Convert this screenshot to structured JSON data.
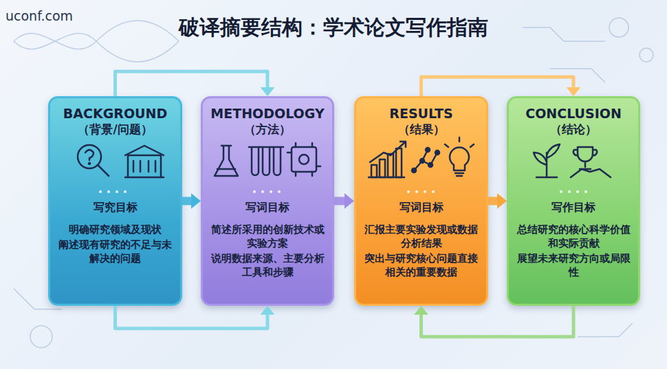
{
  "diagram": {
    "title": "破译摘要结构：学术论文写作指南",
    "nodes": [
      {
        "text": [
          "BACKGROUND",
          "（背景/问题）",
          "写究目标",
          "明确研究领域及现状",
          "阐述现有研究的不足与未解决的问题"
        ]
      },
      {
        "text": [
          "METHODOLOGY",
          "（方法）",
          "写词目标",
          "简述所采用的创新技术或实验方案",
          "说明数据来源、主要分析工具和步骤"
        ]
      },
      {
        "text": [
          "RESULTS",
          "（结果）",
          "写词目标",
          "汇报主要实验发现或数据分析结果",
          "突出与研究核心问题直接相关的重要数据"
        ]
      },
      {
        "text": [
          "CONCLUSION",
          "（结论）",
          "写作目标",
          "总结研究的核心科学价值和实际贡献",
          "展望未来研究方向或局限性"
        ]
      }
    ],
    "edges": [
      {
        "from": 0,
        "to": 1,
        "arrow": "to"
      },
      {
        "from": 1,
        "to": 2,
        "arrow": "to"
      },
      {
        "from": 2,
        "to": 3,
        "arrow": "to"
      },
      {
        "from": 0,
        "to": 1,
        "arrow": "to"
      },
      {
        "from": 2,
        "to": 3,
        "arrow": "to"
      },
      {
        "from": 0,
        "to": 1,
        "arrow": "to"
      },
      {
        "from": 3,
        "to": 2,
        "arrow": "to"
      }
    ],
    "labels": [
      "uconf.com"
    ]
  }
}
